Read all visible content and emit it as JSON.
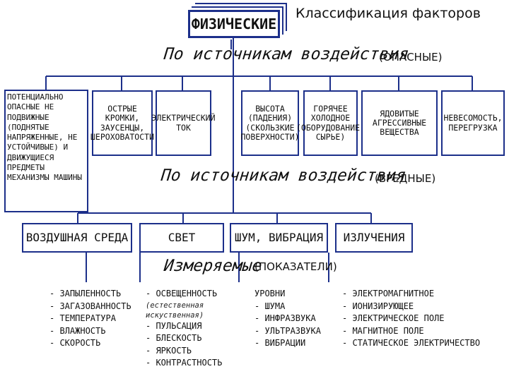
{
  "page_title": "Классификация факторов",
  "root_label": "ФИЗИЧЕСКИЕ",
  "heading_dangerous": {
    "text": "По источникам воздействия",
    "tag": "(ОПАСНЫЕ)"
  },
  "dangerous_boxes": [
    "ПОТЕНЦИАЛЬНО ОПАСНЫЕ НЕ ПОДВИЖНЫЕ (ПОДНЯТЫЕ НАПРЯЖЕННЫЕ, НЕ УСТОЙЧИВЫЕ) И ДВИЖУЩИЕСЯ ПРЕДМЕТЫ МЕХАНИЗМЫ МАШИНЫ",
    "ОСТРЫЕ КРОМКИ, ЗАУСЕНЦЫ, ШЕРОХОВАТОСТИ",
    "ЭЛЕКТРИЧЕСКИЙ ТОК",
    "ВЫСОТА (ПАДЕНИЯ) (СКОЛЬЗКИЕ ПОВЕРХНОСТИ)",
    "ГОРЯЧЕЕ ХОЛОДНОЕ (ОБОРУДОВАНИЕ, СЫРЬЕ)",
    "ЯДОВИТЫЕ АГРЕССИВНЫЕ ВЕЩЕСТВА",
    "НЕВЕСОМОСТЬ, ПЕРЕГРУЗКА"
  ],
  "heading_harmful": {
    "text": "По источникам воздействия",
    "tag": "(ВРЕДНЫЕ)"
  },
  "harmful_boxes": [
    "ВОЗДУШНАЯ СРЕДА",
    "СВЕТ",
    "ШУМ, ВИБРАЦИЯ",
    "ИЗЛУЧЕНИЯ"
  ],
  "heading_measured": {
    "text": "Измеряемые",
    "tag": "(ПОКАЗАТЕЛИ)"
  },
  "lists": {
    "air": [
      "- ЗАПЫЛЕННОСТЬ",
      "- ЗАГАЗОВАННОСТЬ",
      "- ТЕМПЕРАТУРА",
      "- ВЛАЖНОСТЬ",
      "- СКОРОСТЬ"
    ],
    "light_first": "- ОСВЕЩЕННОСТЬ",
    "light_note": [
      "(естественная",
      "искуственная)"
    ],
    "light_rest": [
      "- ПУЛЬСАЦИЯ",
      "- БЛЕСКОСТЬ",
      "- ЯРКОСТЬ",
      "- КОНТРАСТНОСТЬ"
    ],
    "noise": [
      "УРОВНИ",
      "- ШУМА",
      "- ИНФРАЗВУКА",
      "- УЛЬТРАЗВУКА",
      "- ВИБРАЦИИ"
    ],
    "radiation": [
      "- ЭЛЕКТРОМАГНИТНОЕ",
      "- ИОНИЗИРУЮЩЕЕ",
      "- ЭЛЕКТРИЧЕСКОЕ ПОЛЕ",
      "- МАГНИТНОЕ ПОЛЕ",
      "- СТАТИЧЕСКОЕ ЭЛЕКТРИЧЕСТВО"
    ]
  }
}
